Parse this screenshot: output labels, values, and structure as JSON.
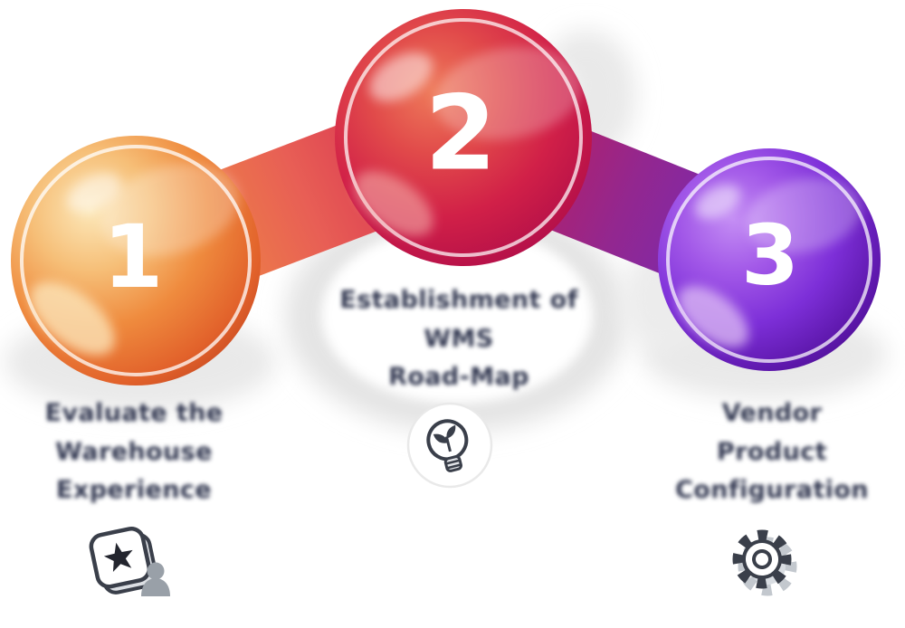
{
  "steps": [
    {
      "number": "1",
      "lines": [
        "Evaluate the",
        "Warehouse",
        "Experience"
      ],
      "icon": "customer-experience-icon",
      "sphere_color": "#e8742a"
    },
    {
      "number": "2",
      "lines": [
        "Establishment of",
        "WMS",
        "Road-Map"
      ],
      "icon": "idea-lightbulb-icon",
      "sphere_color": "#d21f4b"
    },
    {
      "number": "3",
      "lines": [
        "Vendor",
        "Product",
        "Configuration"
      ],
      "icon": "gear-icon",
      "sphere_color": "#6f2bd0"
    }
  ],
  "colors": {
    "background": "#ffffff",
    "label_text": "#30364f",
    "number_text": "#ffffff",
    "sphere_1_gradient": [
      "#fce7b8",
      "#ef8b3e",
      "#c14420"
    ],
    "sphere_2_gradient": [
      "#ee7a5a",
      "#d12048",
      "#8c0c44"
    ],
    "sphere_3_gradient": [
      "#c48df4",
      "#7d2fd8",
      "#460d86"
    ],
    "connector_1_2_gradient": [
      "#f0913f",
      "#e85f55",
      "#d32450"
    ],
    "connector_2_3_gradient": [
      "#c41d54",
      "#93278f",
      "#6d2ac0"
    ]
  }
}
